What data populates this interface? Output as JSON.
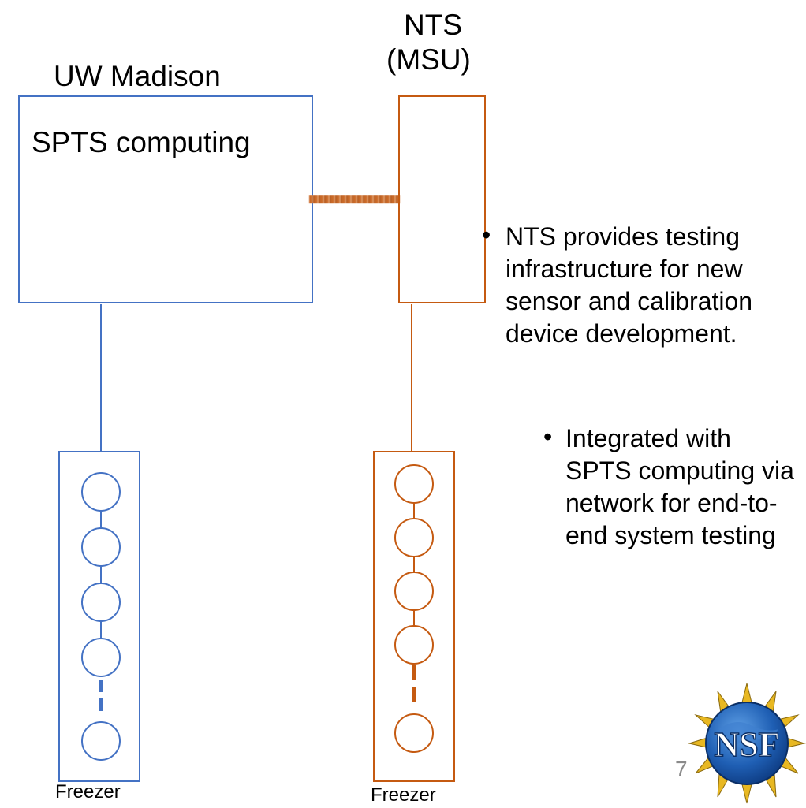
{
  "left_site": {
    "title": "UW Madison",
    "box_label": "SPTS computing",
    "freezer_label": "Freezer"
  },
  "right_site": {
    "title_line1": "NTS",
    "title_line2": "(MSU)",
    "freezer_label": "Freezer"
  },
  "bullets": [
    "NTS provides testing infrastructure for new sensor and calibration device development.",
    "Integrated with SPTS computing via  network for end-to-end system testing"
  ],
  "bullet_glyph": "•",
  "page_number": "7",
  "logo": {
    "text": "NSF",
    "icon": "nsf-logo-icon"
  },
  "colors": {
    "blue": "#4472C4",
    "orange": "#C55A11",
    "page_number": "#8a8a8a"
  }
}
